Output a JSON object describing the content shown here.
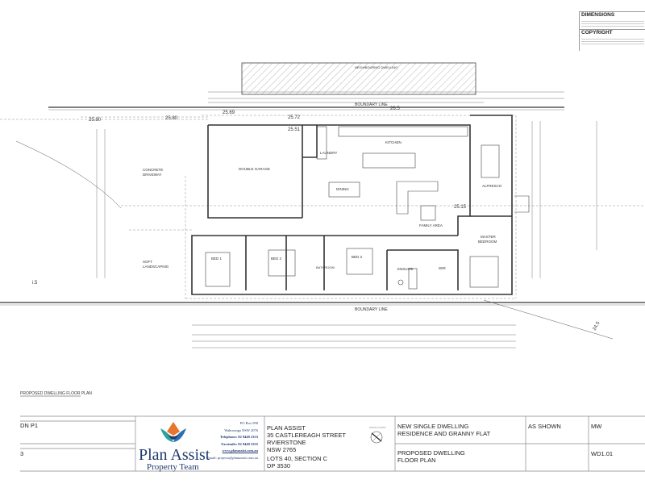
{
  "plan": {
    "neighbouring": "NEIGHBOURING DWELLING",
    "boundary_top": "BOUNDARY LINE",
    "boundary_bottom": "BOUNDARY LINE",
    "levels": [
      "25.80",
      "25.69",
      "25.72",
      "25.51",
      "25.15",
      "26.5",
      "24.5",
      "i.5"
    ],
    "rooms": {
      "garage": "DOUBLE GARAGE",
      "driveway_1": "CONCRETE",
      "driveway_2": "DRIVEWAY",
      "laundry": "LAUNDRY",
      "kitchen": "KITCHEN",
      "dining": "DINING",
      "alfresco": "ALFRESCO",
      "family": "FAMILY AREA",
      "master_1": "MASTER",
      "master_2": "BEDROOM",
      "bed1": "BED 1",
      "bed2": "BED 2",
      "bed3": "BED 3",
      "bathroom": "BATHROOM",
      "ensuite": "ENSUITE",
      "wir": "WIR",
      "soft_1": "SOFT",
      "soft_2": "LANDSCAPING"
    },
    "drawing_title": "PROPOSED DWELLING FLOOR PLAN"
  },
  "title_block": {
    "revision": "DN P1",
    "sheet": "3",
    "logo": {
      "name": "Plan Assist",
      "subtitle": "Property Team"
    },
    "contact": [
      "PO Box 990",
      "Wahroonga NSW 2076",
      "Telephone: 02 9449 2333",
      "Facsimile: 02 9449 2355",
      "www.planassist.com.au",
      "Email: projects@planassist.com.au"
    ],
    "client": [
      "PLAN ASSIST",
      "35 CASTLEREAGH STREET",
      "RVIERSTONE",
      "NSW 2765"
    ],
    "site": [
      "LOTS 40, SECTION C",
      "DP 3530"
    ],
    "north_point_label": "NORTH POINT",
    "project": [
      "NEW SINGLE DWELLING",
      "RESIDENCE AND GRANNY FLAT"
    ],
    "drawing_title": [
      "PROPOSED  DWELLING",
      "FLOOR PLAN"
    ],
    "scale": "AS SHOWN",
    "drawn": "MW",
    "drawing_no": "WD1.01"
  },
  "notes": {
    "dimensions": "DIMENSIONS",
    "copyright": "COPYRIGHT"
  },
  "colors": {
    "line": "#333333",
    "logo_blue": "#1f3a6e",
    "logo_orange": "#e8762c",
    "logo_teal": "#2aa39a"
  }
}
